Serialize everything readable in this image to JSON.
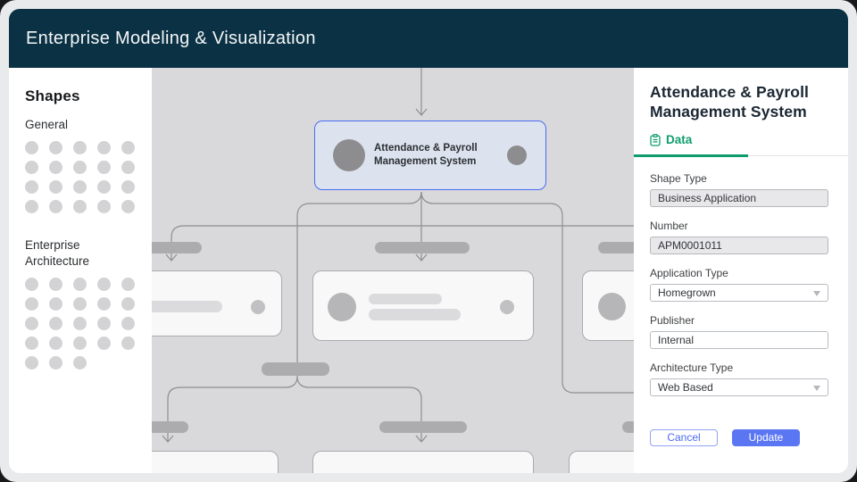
{
  "header": {
    "title": "Enterprise Modeling & Visualization"
  },
  "sidebar": {
    "title": "Shapes",
    "sections": [
      {
        "label": "General",
        "shape_count": 20
      },
      {
        "label": "Enterprise Architecture",
        "shape_count": 23
      }
    ]
  },
  "canvas": {
    "selected_node": {
      "label": "Attendance & Payroll Management System"
    }
  },
  "panel": {
    "title": "Attendance & Payroll Management System",
    "tab": {
      "label": "Data"
    },
    "fields": [
      {
        "label": "Shape Type",
        "value": "Business Application"
      },
      {
        "label": "Number",
        "value": "APM0001011"
      },
      {
        "label": "Application Type",
        "value": "Homegrown"
      },
      {
        "label": "Publisher",
        "value": "Internal"
      },
      {
        "label": "Architecture Type",
        "value": "Web Based"
      }
    ],
    "buttons": {
      "cancel": "Cancel",
      "update": "Update"
    },
    "colors": {
      "accent_green": "#0f9c6d",
      "accent_blue": "#5b76f3",
      "header_navy": "#0b3144",
      "selection_blue": "#4a6bf3"
    }
  }
}
